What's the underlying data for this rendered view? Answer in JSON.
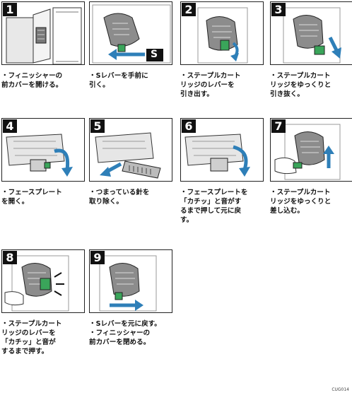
{
  "steps": [
    {
      "num": "1",
      "lines": [
        "・フィニッシャーの",
        "前カバーを開ける。"
      ]
    },
    {
      "num": "",
      "lines": [
        "・Sレバーを手前に",
        "引く。"
      ],
      "badge": "S"
    },
    {
      "num": "2",
      "lines": [
        "・ステープルカート",
        "リッジのレバーを",
        "引き出す。"
      ]
    },
    {
      "num": "3",
      "lines": [
        "・ステープルカート",
        "リッジをゆっくりと",
        "引き抜く。"
      ]
    },
    {
      "num": "4",
      "lines": [
        "・フェースプレート",
        "を開く。"
      ]
    },
    {
      "num": "5",
      "lines": [
        "・つまっている針を",
        "取り除く。"
      ]
    },
    {
      "num": "6",
      "lines": [
        "・フェースプレートを",
        "「カチッ」と音がす",
        "るまで押して元に戻",
        "す。"
      ]
    },
    {
      "num": "7",
      "lines": [
        "・ステープルカート",
        "リッジをゆっくりと",
        "差し込む。"
      ]
    },
    {
      "num": "8",
      "lines": [
        "・ステープルカート",
        "リッジのレバーを",
        "「カチッ」と音が",
        "するまで押す。"
      ]
    },
    {
      "num": "9",
      "lines": [
        "・Sレバーを元に戻す。",
        "・フィニッシャーの",
        "前カバーを閉める。"
      ]
    }
  ],
  "figure_code": "CUG014",
  "colors": {
    "arrow": "#2e7fb8",
    "green": "#3aa55a",
    "dark": "#555555"
  }
}
